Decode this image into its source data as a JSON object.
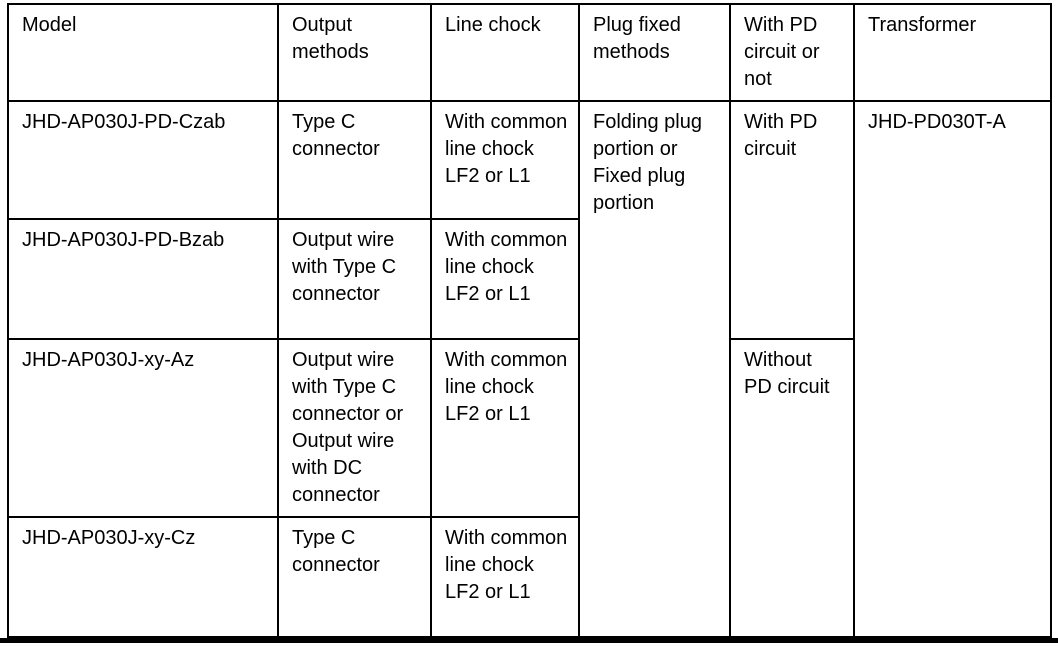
{
  "table": {
    "headers": [
      "Model",
      "Output methods",
      "Line chock",
      "Plug fixed methods",
      "With PD circuit or not",
      "Transformer"
    ],
    "rows": [
      {
        "model": "JHD-AP030J-PD-Czab",
        "output_methods": "Type C connector",
        "line_chock": "With common line chock LF2 or L1"
      },
      {
        "model": "JHD-AP030J-PD-Bzab",
        "output_methods": "Output wire with Type C connector",
        "line_chock": "With common line chock LF2 or L1"
      },
      {
        "model": "JHD-AP030J-xy-Az",
        "output_methods": "Output wire with Type C connector or Output wire with DC connector",
        "line_chock": "With common line chock LF2 or L1"
      },
      {
        "model": "JHD-AP030J-xy-Cz",
        "output_methods": "Type C connector",
        "line_chock": "With common line chock LF2 or L1"
      }
    ],
    "merged_cells": {
      "plug_fixed_methods": "Folding plug portion or Fixed plug portion",
      "with_pd_circuit": "With PD circuit",
      "without_pd_circuit": "Without PD circuit",
      "transformer": "JHD-PD030T-A"
    },
    "colors": {
      "border": "#000000",
      "text": "#000000",
      "page_background": "#ffffff"
    }
  }
}
